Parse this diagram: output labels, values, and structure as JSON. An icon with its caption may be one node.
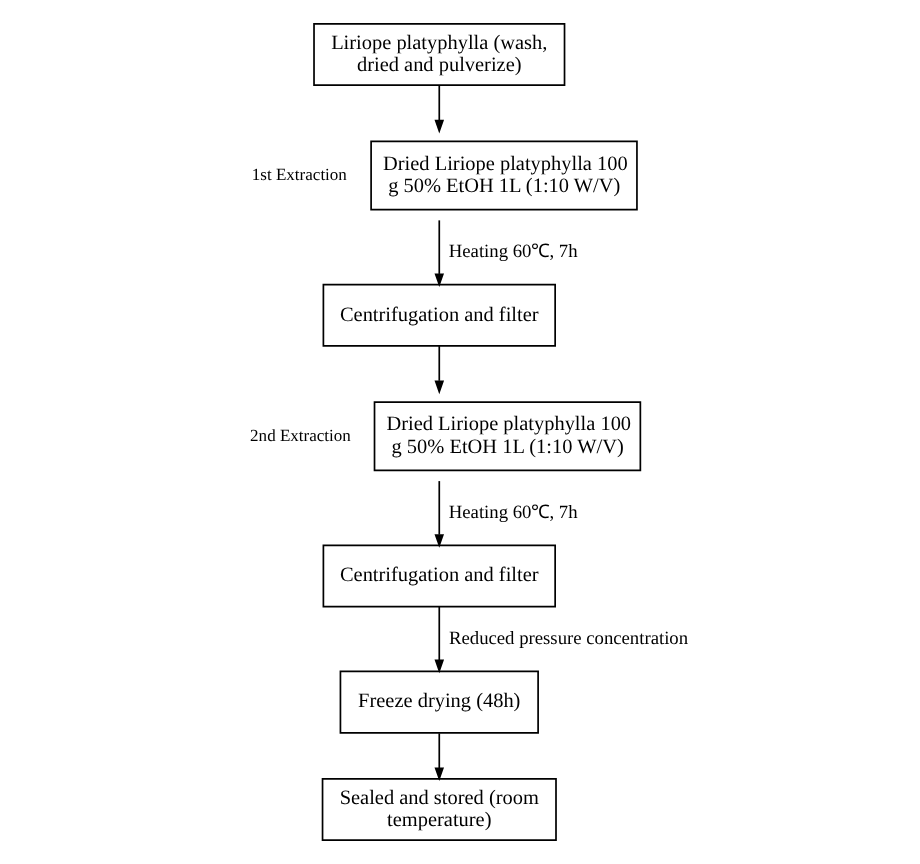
{
  "diagram": {
    "nodes": [
      {
        "text": [
          "Liriope platyphylla (wash, dried and pulverize)"
        ]
      },
      {
        "text": [
          "Dried Liriope platyphylla 100 g 50% EtOH 1L (1:10 W/V)"
        ],
        "beside": [
          "1st Extraction"
        ]
      },
      {
        "text": [
          "Centrifugation and filter"
        ]
      },
      {
        "text": [
          "Dried Liriope platyphylla 100 g 50% EtOH 1L (1:10 W/V)"
        ],
        "beside": [
          "2nd Extraction"
        ]
      },
      {
        "text": [
          "Centrifugation and filter"
        ]
      },
      {
        "text": [
          "Freeze drying (48h)"
        ]
      },
      {
        "text": [
          "Sealed and stored (room temperature)"
        ]
      }
    ],
    "edges": [
      {
        "from": 0,
        "to": 1,
        "arrow": "to"
      },
      {
        "from": 1,
        "to": 2,
        "arrow": "to",
        "label": "Heating 60℃, 7h"
      },
      {
        "from": 2,
        "to": 3,
        "arrow": "to"
      },
      {
        "from": 3,
        "to": 4,
        "arrow": "to",
        "label": "Heating 60℃, 7h"
      },
      {
        "from": 4,
        "to": 5,
        "arrow": "to",
        "label": "Reduced pressure concentration"
      },
      {
        "from": 5,
        "to": 6,
        "arrow": "to"
      }
    ]
  }
}
